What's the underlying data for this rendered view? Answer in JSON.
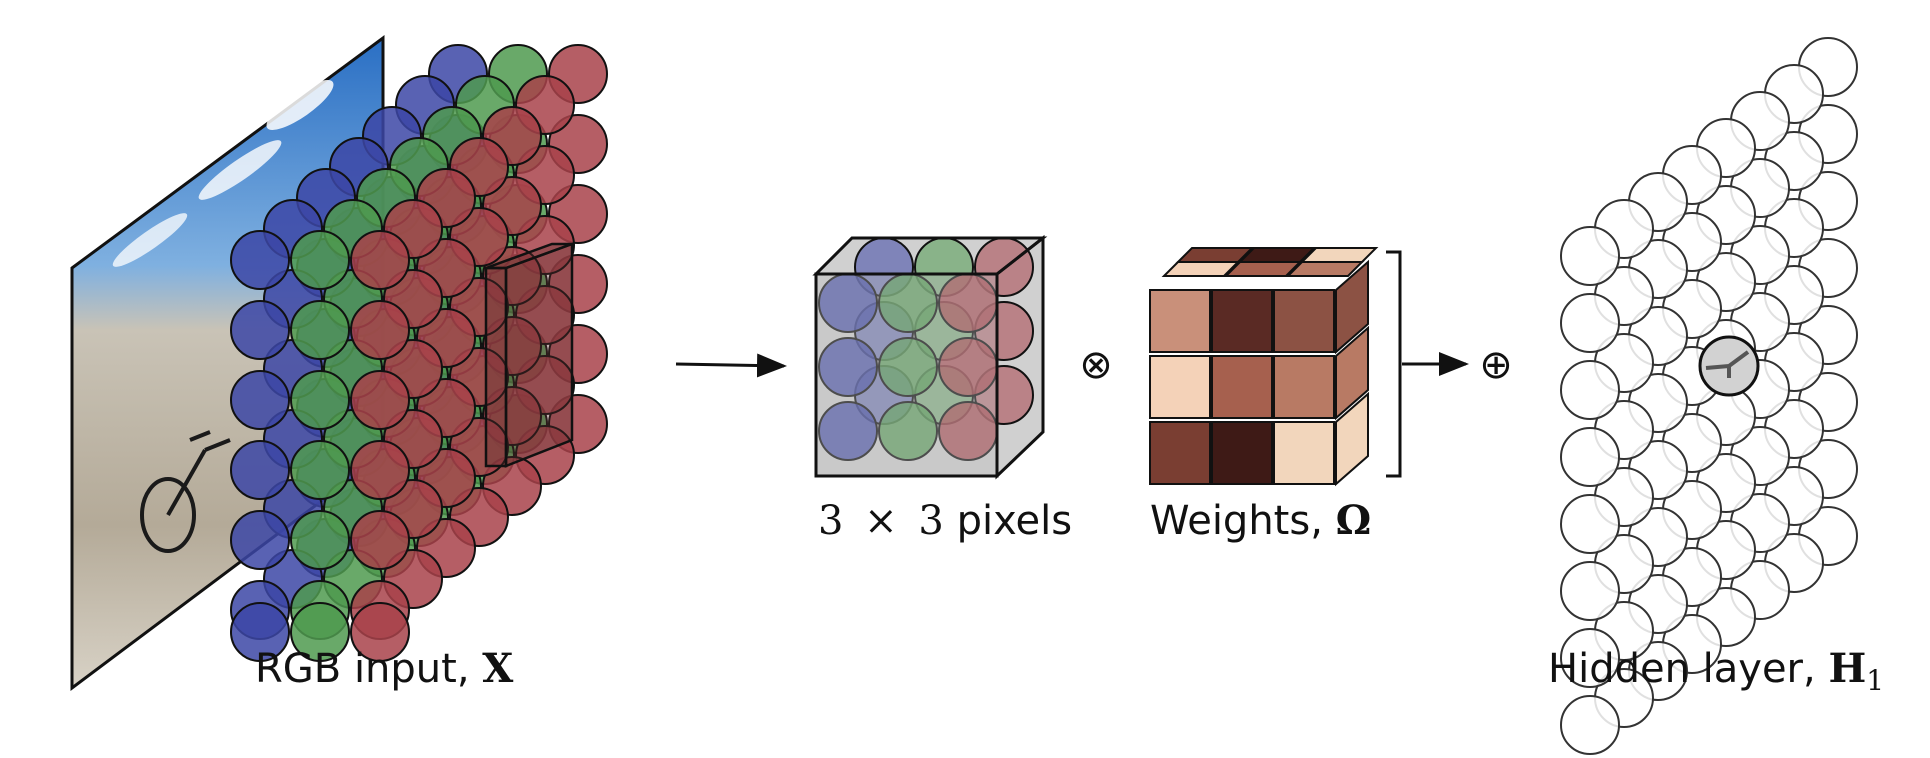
{
  "labels": {
    "rgb_text": "RGB input, ",
    "rgb_symbol": "X",
    "pixels_3": "3",
    "pixels_times": "×",
    "pixels_3b": "3",
    "pixels_text": " pixels",
    "weights_text": "Weights, ",
    "weights_symbol": "Ω",
    "hidden_text": "Hidden layer, ",
    "hidden_symbol": "H",
    "hidden_sub": "1"
  },
  "operators": {
    "convolve": "⊗",
    "add": "⊕"
  },
  "colors": {
    "blue_channel": "#3c46a6",
    "green_channel": "#4f9a4f",
    "red_channel": "#a8424a",
    "weight_shades": [
      "#c9907a",
      "#5a2a24",
      "#8c5244",
      "#f4d2b8",
      "#a6604e",
      "#b87a64",
      "#7a3e32",
      "#3e1a16",
      "#f2d6bc"
    ]
  }
}
